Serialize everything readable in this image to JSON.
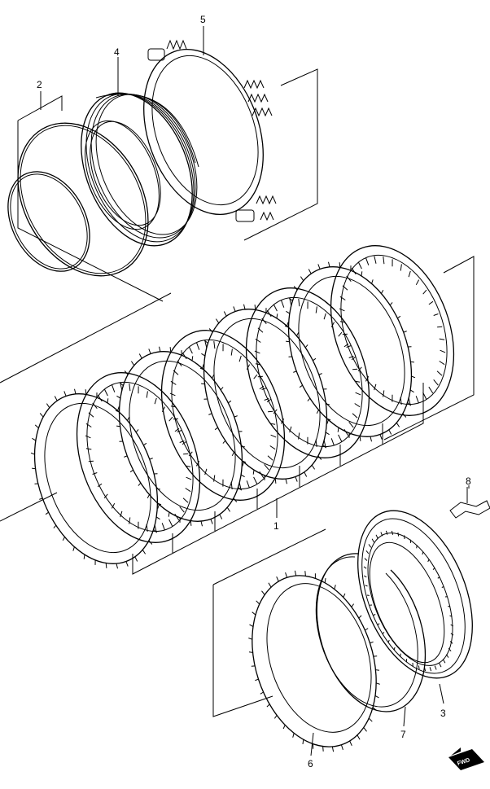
{
  "callouts": {
    "c1": "1",
    "c2": "2",
    "c3": "3",
    "c4": "4",
    "c5": "5",
    "c6": "6",
    "c7": "7",
    "c8": "8"
  },
  "front_marker": "FWD"
}
